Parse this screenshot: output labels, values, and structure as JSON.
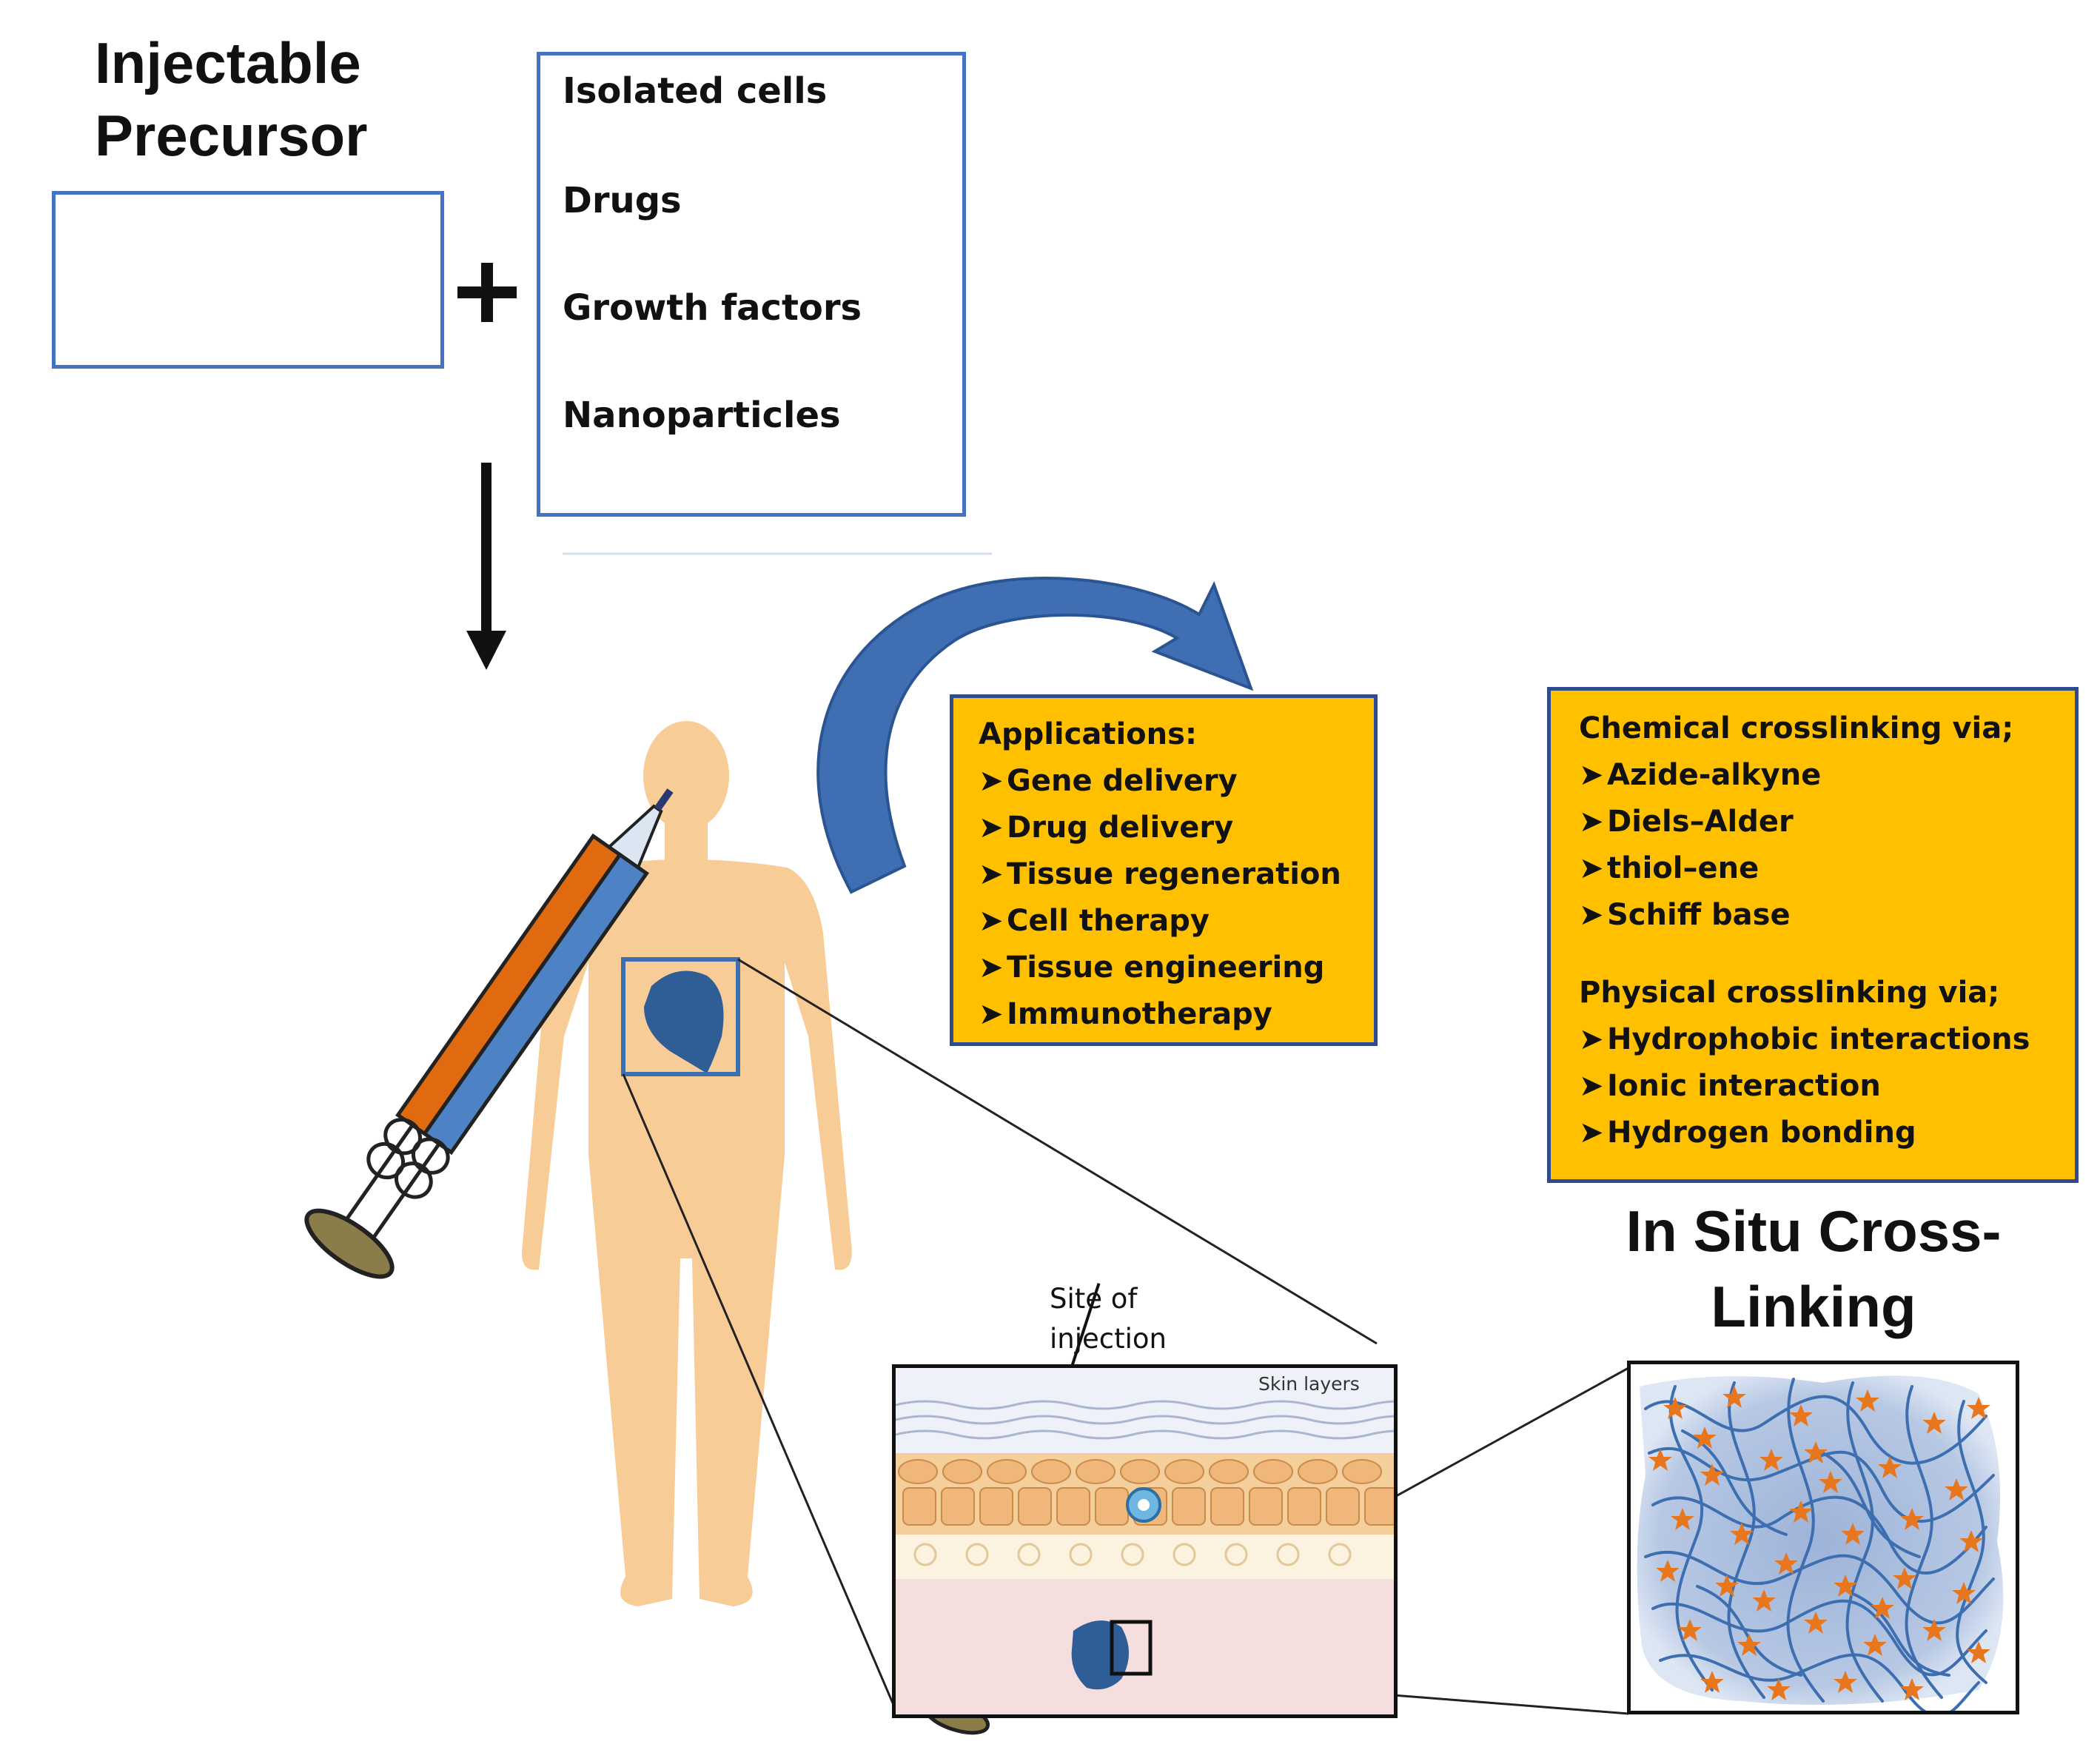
{
  "precursor": {
    "title_line1": "Injectable",
    "title_line2": "Precursor"
  },
  "additives": {
    "items": [
      {
        "label": "Isolated cells",
        "icon": "cell-icon"
      },
      {
        "label": "Drugs",
        "icon": "drug-dots-icon"
      },
      {
        "label": "Growth factors",
        "icon": "growth-factor-icon"
      },
      {
        "label": "Nanoparticles",
        "icon": "nanoparticle-icon"
      }
    ]
  },
  "applications": {
    "heading": "Applications:",
    "items": [
      "Gene delivery",
      "Drug delivery",
      "Tissue regeneration",
      "Cell therapy",
      "Tissue engineering",
      "Immunotherapy"
    ]
  },
  "crosslinking": {
    "chemical_heading": "Chemical crosslinking via;",
    "chemical_items": [
      "Azide-alkyne",
      "Diels–Alder",
      "thiol–ene",
      "Schiff base"
    ],
    "physical_heading": "Physical crosslinking via;",
    "physical_items": [
      "Hydrophobic interactions",
      "Ionic interaction",
      "Hydrogen bonding"
    ]
  },
  "in_situ": {
    "title_line1": "In Situ Cross-",
    "title_line2": "Linking"
  },
  "injection_site": {
    "line1": "Site of",
    "line2": "injection"
  },
  "skin_layers_label": "Skin layers",
  "colors": {
    "frame_blue": "#4472c4",
    "orange_box": "#ffc000",
    "body_skin": "#f8cc96",
    "polymer_blue": "#3d6fb0",
    "star_orange": "#e8761c",
    "heart_blue": "#2f5e96"
  }
}
